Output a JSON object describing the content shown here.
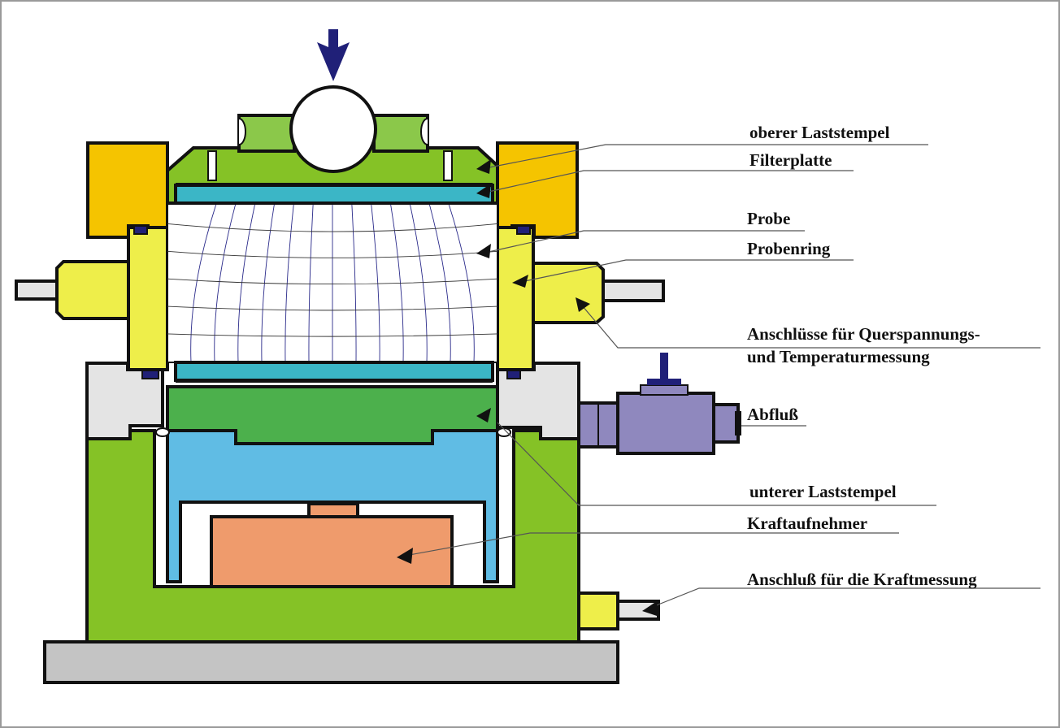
{
  "colors": {
    "green_light": "#85C226",
    "green_dark": "#4CB04C",
    "green_pale": "#8BC84A",
    "yellow_gold": "#F5C400",
    "yellow": "#EEEE4A",
    "cyan": "#3BB6C6",
    "blue": "#60BCE4",
    "salmon": "#EF9B6C",
    "grey_light": "#E4E4E4",
    "grey_base": "#C4C4C4",
    "purple": "#8F88BE",
    "navy": "#202078",
    "mesh": "#2a2a8a"
  },
  "labels": {
    "oberer_laststempel": "oberer Laststempel",
    "filterplatte": "Filterplatte",
    "probe": "Probe",
    "probenring": "Probenring",
    "anschluesse_line1": "Anschlüsse für Querspannungs-",
    "anschluesse_line2": "und Temperaturmessung",
    "abfluss": "Abfluß",
    "unterer_laststempel": "unterer Laststempel",
    "kraftaufnehmer": "Kraftaufnehmer",
    "anschluss_kraftmessung": "Anschluß für die Kraftmessung"
  }
}
